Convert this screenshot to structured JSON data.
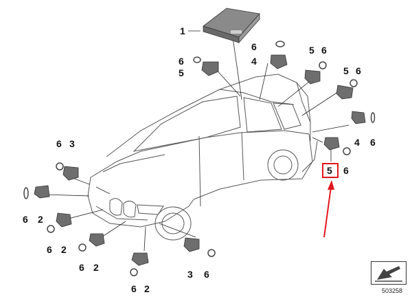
{
  "diagram": {
    "callouts": {
      "c1": "1",
      "c6a": "6",
      "c5a": "5",
      "c6b": "6",
      "c4a": "4",
      "c5b": "5",
      "c6c": "6",
      "c5c": "5",
      "c6d": "6",
      "c4b": "4",
      "c6e": "6",
      "c5d": "5",
      "c6f": "6",
      "c6g": "6",
      "c3a": "3",
      "c6h": "6",
      "c2a": "2",
      "c6i": "6",
      "c2b": "2",
      "c6j": "6",
      "c2c": "2",
      "c6k": "6",
      "c2d": "2",
      "c3b": "3",
      "c6l": "6"
    },
    "highlight_color": "#e0161d",
    "document_number": "503258"
  }
}
